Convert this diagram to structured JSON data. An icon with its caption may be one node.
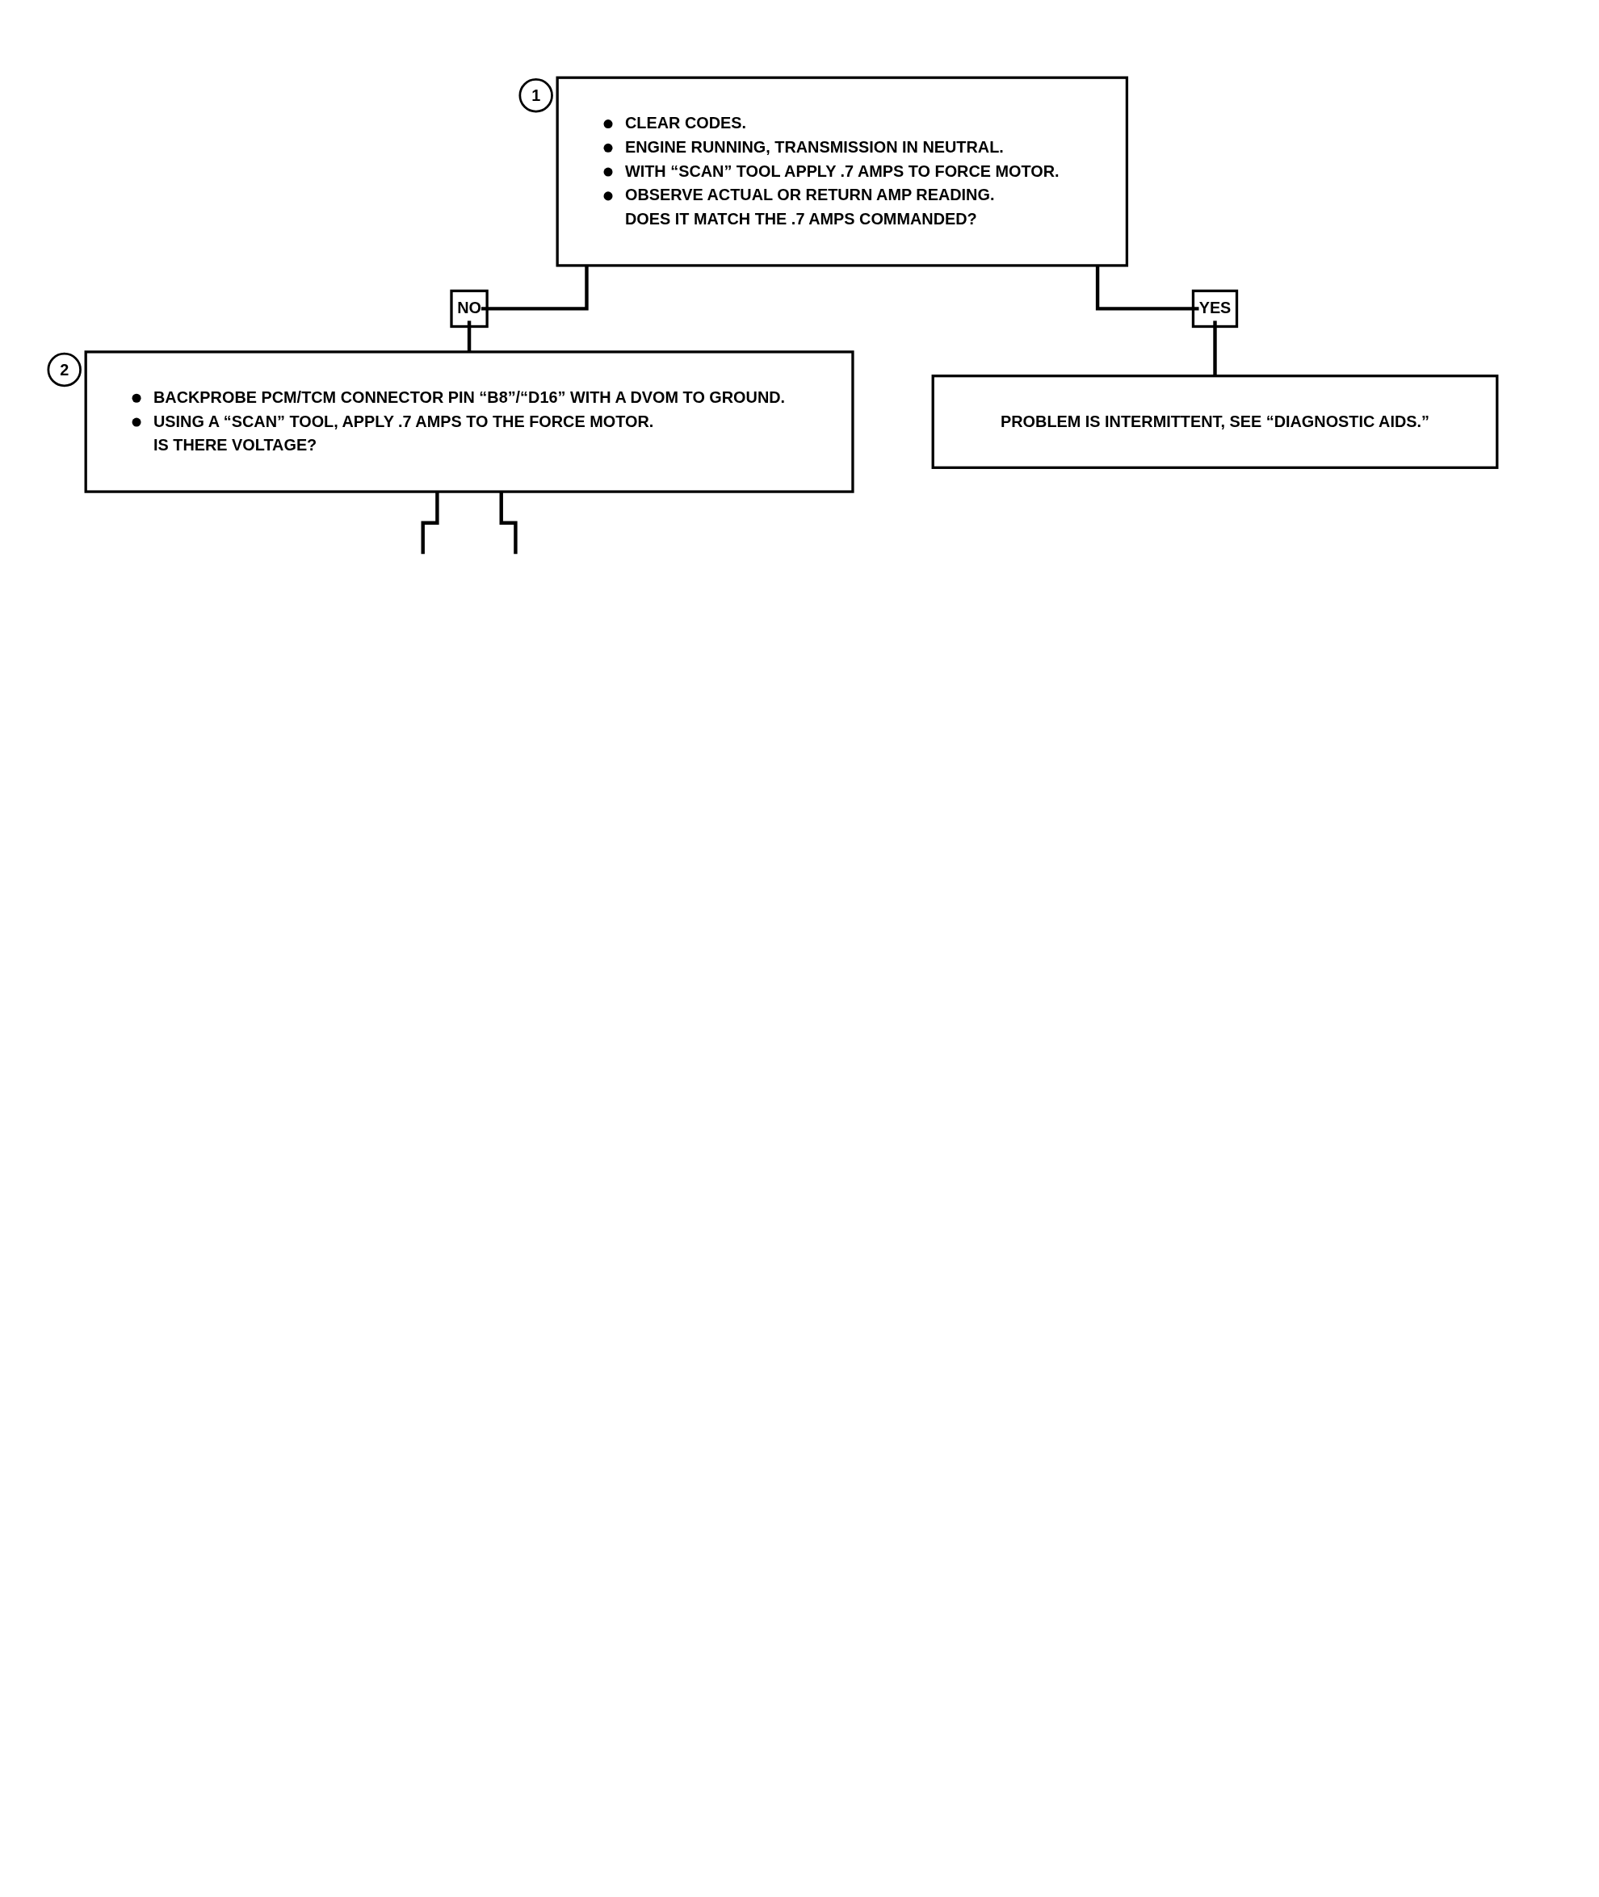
{
  "diagram": {
    "nodes": [
      {
        "text": [
          "CLEAR CODES.",
          "ENGINE RUNNING, TRANSMISSION IN NEUTRAL.",
          "WITH “SCAN” TOOL APPLY .7 AMPS TO FORCE MOTOR.",
          "OBSERVE ACTUAL OR RETURN AMP READING.",
          "DOES IT MATCH THE .7 AMPS COMMANDED?"
        ],
        "beside": [
          "1"
        ]
      },
      {
        "text": [
          "BACKPROBE PCM/TCM CONNECTOR PIN “B8”/“D16” WITH A DVOM TO GROUND.",
          "USING A “SCAN” TOOL, APPLY .7 AMPS TO THE FORCE MOTOR.",
          "IS THERE VOLTAGE?"
        ],
        "beside": [
          "2"
        ]
      },
      {
        "text": [
          "PROBLEM IS INTERMITTENT, SEE “DIAGNOSTIC AIDS.”"
        ]
      }
    ],
    "edges": [
      {
        "from": 0,
        "to": 1,
        "arrow": "none",
        "label": "NO"
      },
      {
        "from": 0,
        "to": 2,
        "arrow": "none",
        "label": "YES"
      },
      {
        "from": 1,
        "to": null,
        "arrow": "none"
      },
      {
        "from": 1,
        "to": null,
        "arrow": "none"
      }
    ]
  }
}
